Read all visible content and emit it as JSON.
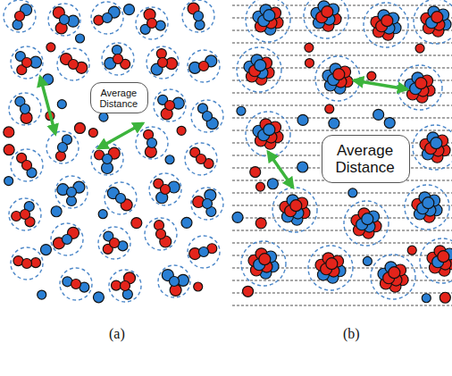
{
  "diagram": {
    "nodes": [
      {
        "text": [
          "Average Distance"
        ]
      },
      {
        "text": [
          "Average Distance"
        ]
      }
    ],
    "labels": [
      "(a)",
      "(b)"
    ]
  }
}
